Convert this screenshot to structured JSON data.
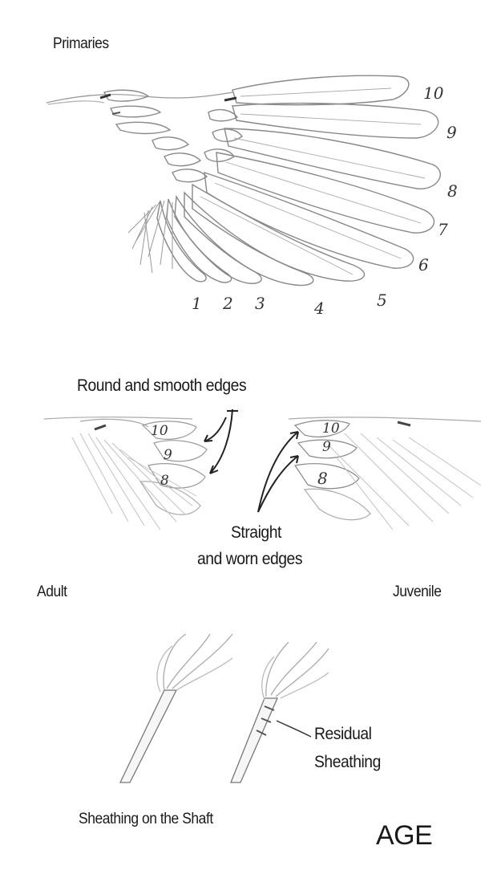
{
  "top": {
    "heading": "Primaries",
    "numbers_right": [
      "10",
      "9",
      "8",
      "7",
      "6"
    ],
    "numbers_bottom": [
      "1",
      "2",
      "3",
      "4",
      "5"
    ]
  },
  "middle": {
    "top_callout": "Round and smooth edges",
    "bottom_callout_line1": "Straight",
    "bottom_callout_line2": "and worn edges",
    "left_numbers": [
      "10",
      "9",
      "8"
    ],
    "right_numbers": [
      "10",
      "9",
      "8"
    ],
    "left_caption": "Adult",
    "right_caption": "Juvenile"
  },
  "bottom": {
    "residual_line1": "Residual",
    "residual_line2": "Sheathing",
    "caption": "Sheathing on the Shaft",
    "title": "AGE"
  }
}
